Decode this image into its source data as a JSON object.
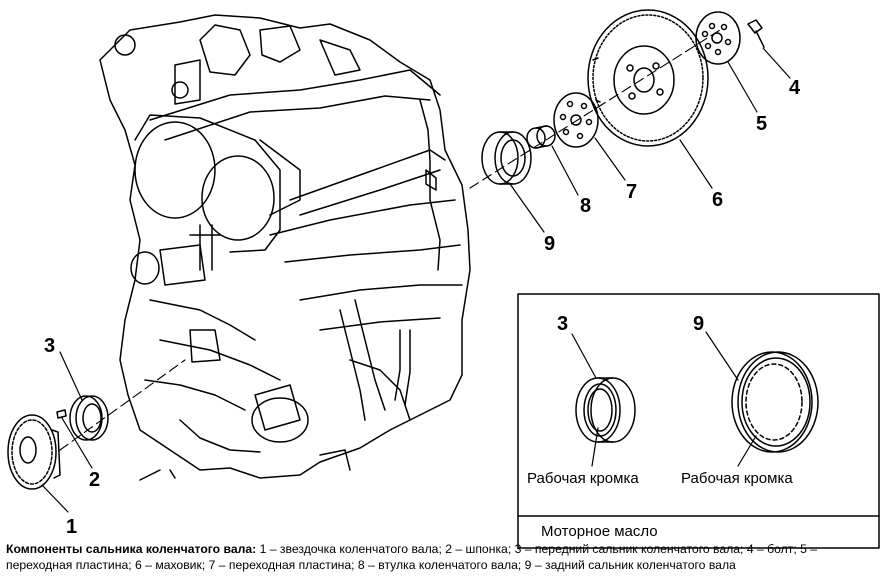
{
  "callouts": {
    "c1": "1",
    "c2": "2",
    "c3": "3",
    "c4": "4",
    "c5": "5",
    "c6": "6",
    "c7": "7",
    "c8": "8",
    "c9": "9"
  },
  "inset": {
    "label_3": "3",
    "label_9": "9",
    "lip_left": "Рабочая кромка",
    "lip_right": "Рабочая кромка",
    "oil": "Моторное масло"
  },
  "caption": {
    "title": "Компоненты сальника коленчатого вала:",
    "text": " 1 – звездочка коленчатого вала; 2 – шпонка; 3 – передний сальник коленчатого вала; 4 – болт; 5 – переходная пластина; 6 – маховик; 7 – переходная пластина; 8 – втулка коленчатого вала; 9 – задний сальник коленчатого вала"
  }
}
